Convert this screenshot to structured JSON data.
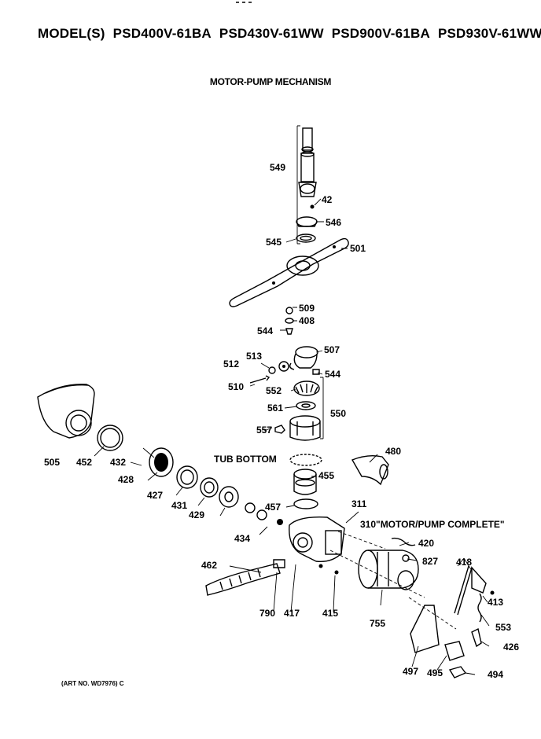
{
  "header": {
    "prefix": "MODEL(S)",
    "models": [
      "PSD400V-61BA",
      "PSD430V-61WW",
      "PSD900V-61BA",
      "PSD930V-61WW"
    ]
  },
  "subtitle": "MOTOR-PUMP MECHANISM",
  "callouts": {
    "tub_bottom": "TUB BOTTOM",
    "motor_pump_complete": "\"MOTOR/PUMP COMPLETE\"",
    "art_no": "(ART NO. WD7976) C"
  },
  "parts": {
    "p549": "549",
    "p42": "42",
    "p546": "546",
    "p545": "545",
    "p501": "501",
    "p509": "509",
    "p408": "408",
    "p544a": "544",
    "p513": "513",
    "p507": "507",
    "p512": "512",
    "p544b": "544",
    "p510": "510",
    "p552": "552",
    "p561": "561",
    "p550": "550",
    "p557": "557",
    "p505": "505",
    "p452": "452",
    "p432": "432",
    "p428": "428",
    "p427": "427",
    "p431": "431",
    "p429": "429",
    "p455": "455",
    "p480": "480",
    "p457": "457",
    "p434": "434",
    "p311": "311",
    "p310": "310",
    "p420": "420",
    "p462": "462",
    "p827": "827",
    "p418": "418",
    "p413": "413",
    "p790": "790",
    "p417": "417",
    "p415": "415",
    "p755": "755",
    "p553": "553",
    "p426": "426",
    "p497": "497",
    "p495": "495",
    "p494": "494"
  }
}
